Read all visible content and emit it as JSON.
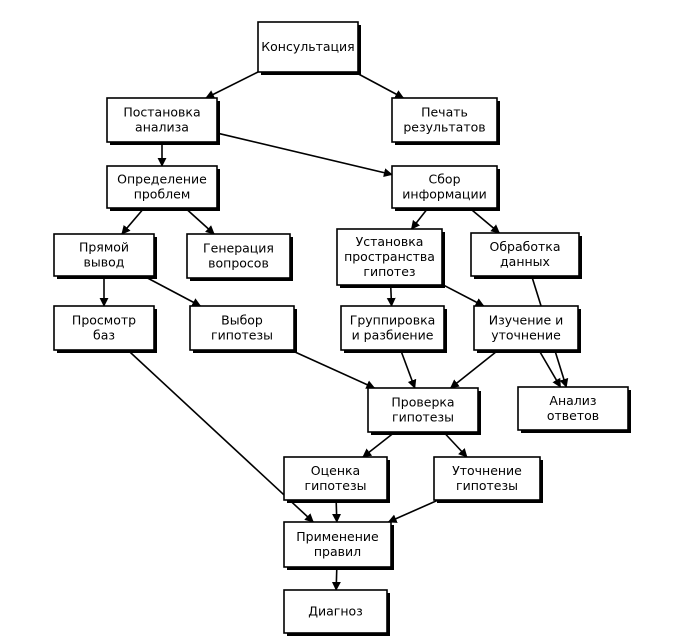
{
  "nodes": [
    {
      "id": "konsultaciya",
      "name": "node-konsultaciya",
      "lines": [
        "Консультация"
      ]
    },
    {
      "id": "postanovka",
      "name": "node-postanovka-analiza",
      "lines": [
        "Постановка",
        "анализа"
      ]
    },
    {
      "id": "pechat",
      "name": "node-pechat-rezultatov",
      "lines": [
        "Печать",
        "результатов"
      ]
    },
    {
      "id": "opredelenie",
      "name": "node-opredelenie-problem",
      "lines": [
        "Определение",
        "проблем"
      ]
    },
    {
      "id": "sbor",
      "name": "node-sbor-informacii",
      "lines": [
        "Сбор",
        "информации"
      ]
    },
    {
      "id": "pryamoy",
      "name": "node-pryamoy-vyvod",
      "lines": [
        "Прямой",
        "вывод"
      ]
    },
    {
      "id": "generaciya",
      "name": "node-generaciya-voprosov",
      "lines": [
        "Генерация",
        "вопросов"
      ]
    },
    {
      "id": "ustanovka",
      "name": "node-ustanovka-prostranstva",
      "lines": [
        "Установка",
        "пространства",
        "гипотез"
      ]
    },
    {
      "id": "obrabotka",
      "name": "node-obrabotka-dannyh",
      "lines": [
        "Обработка",
        "данных"
      ]
    },
    {
      "id": "prosmotr",
      "name": "node-prosmotr-baz",
      "lines": [
        "Просмотр",
        "баз"
      ]
    },
    {
      "id": "vybor",
      "name": "node-vybor-gipotezy",
      "lines": [
        "Выбор",
        "гипотезы"
      ]
    },
    {
      "id": "gruppirovka",
      "name": "node-gruppirovka-razbienie",
      "lines": [
        "Группировка",
        "и разбиение"
      ]
    },
    {
      "id": "izuchenie",
      "name": "node-izuchenie-utochnenie",
      "lines": [
        "Изучение и",
        "уточнение"
      ]
    },
    {
      "id": "proverka",
      "name": "node-proverka-gipotezy",
      "lines": [
        "Проверка",
        "гипотезы"
      ]
    },
    {
      "id": "analiz",
      "name": "node-analiz-otvetov",
      "lines": [
        "Анализ",
        "ответов"
      ]
    },
    {
      "id": "ocenka",
      "name": "node-ocenka-gipotezy",
      "lines": [
        "Оценка",
        "гипотезы"
      ]
    },
    {
      "id": "utochnenie",
      "name": "node-utochnenie-gipotezy",
      "lines": [
        "Уточнение",
        "гипотезы"
      ]
    },
    {
      "id": "primenenie",
      "name": "node-primenenie-pravil",
      "lines": [
        "Применение",
        "правил"
      ]
    },
    {
      "id": "diagnoz",
      "name": "node-diagnoz",
      "lines": [
        "Диагноз"
      ]
    }
  ],
  "edges": [
    {
      "from": "konsultaciya",
      "to": "postanovka"
    },
    {
      "from": "konsultaciya",
      "to": "pechat"
    },
    {
      "from": "postanovka",
      "to": "opredelenie"
    },
    {
      "from": "postanovka",
      "to": "sbor"
    },
    {
      "from": "opredelenie",
      "to": "pryamoy"
    },
    {
      "from": "opredelenie",
      "to": "generaciya"
    },
    {
      "from": "sbor",
      "to": "ustanovka"
    },
    {
      "from": "sbor",
      "to": "obrabotka"
    },
    {
      "from": "pryamoy",
      "to": "prosmotr"
    },
    {
      "from": "pryamoy",
      "to": "vybor"
    },
    {
      "from": "ustanovka",
      "to": "gruppirovka"
    },
    {
      "from": "ustanovka",
      "to": "izuchenie"
    },
    {
      "from": "vybor",
      "to": "proverka"
    },
    {
      "from": "gruppirovka",
      "to": "proverka"
    },
    {
      "from": "izuchenie",
      "to": "proverka"
    },
    {
      "from": "izuchenie",
      "to": "analiz"
    },
    {
      "from": "obrabotka",
      "to": "analiz"
    },
    {
      "from": "proverka",
      "to": "ocenka"
    },
    {
      "from": "proverka",
      "to": "utochnenie"
    },
    {
      "from": "prosmotr",
      "to": "primenenie"
    },
    {
      "from": "ocenka",
      "to": "primenenie"
    },
    {
      "from": "utochnenie",
      "to": "primenenie"
    },
    {
      "from": "primenenie",
      "to": "diagnoz"
    }
  ]
}
